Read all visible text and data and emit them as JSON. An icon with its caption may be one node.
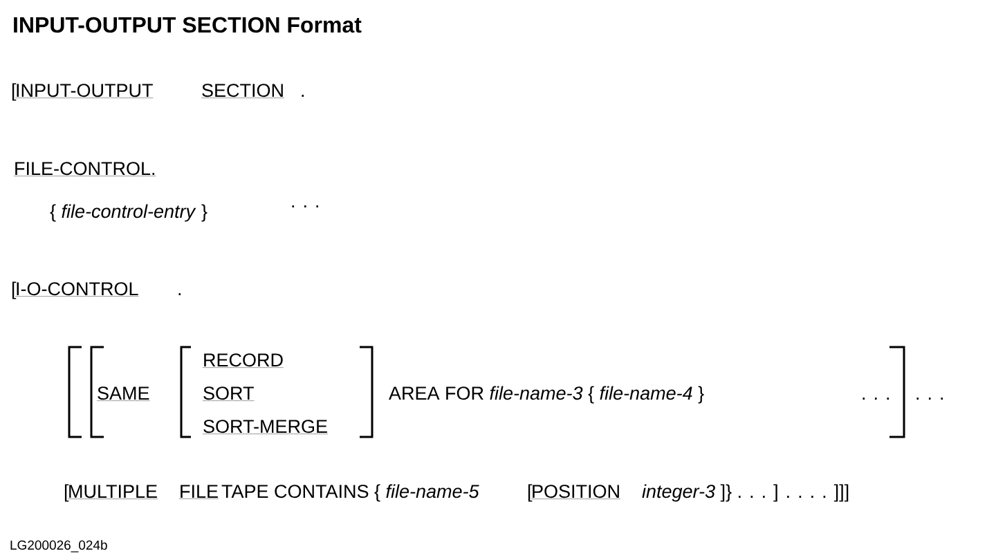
{
  "diagram": {
    "title": "INPUT-OUTPUT SECTION Format",
    "labels": [
      "[",
      "INPUT-OUTPUT",
      "SECTION",
      ".",
      "FILE-CONTROL.",
      "{ *file-control-entry* }",
      ". . .",
      "[",
      "I-O-CONTROL",
      ".",
      "SAME",
      "RECORD",
      "SORT",
      "SORT-MERGE",
      "AREA FOR *file-name-3*  { *file-name-4* }",
      ". . .",
      ". . .",
      "[",
      "MULTIPLE",
      "FILE",
      "TAPE CONTAINS  { *file-name-5*",
      "[",
      "POSITION",
      "*integer-3* ]} . . . ] . . .    . ]]]",
      "LG200026_024b"
    ]
  }
}
